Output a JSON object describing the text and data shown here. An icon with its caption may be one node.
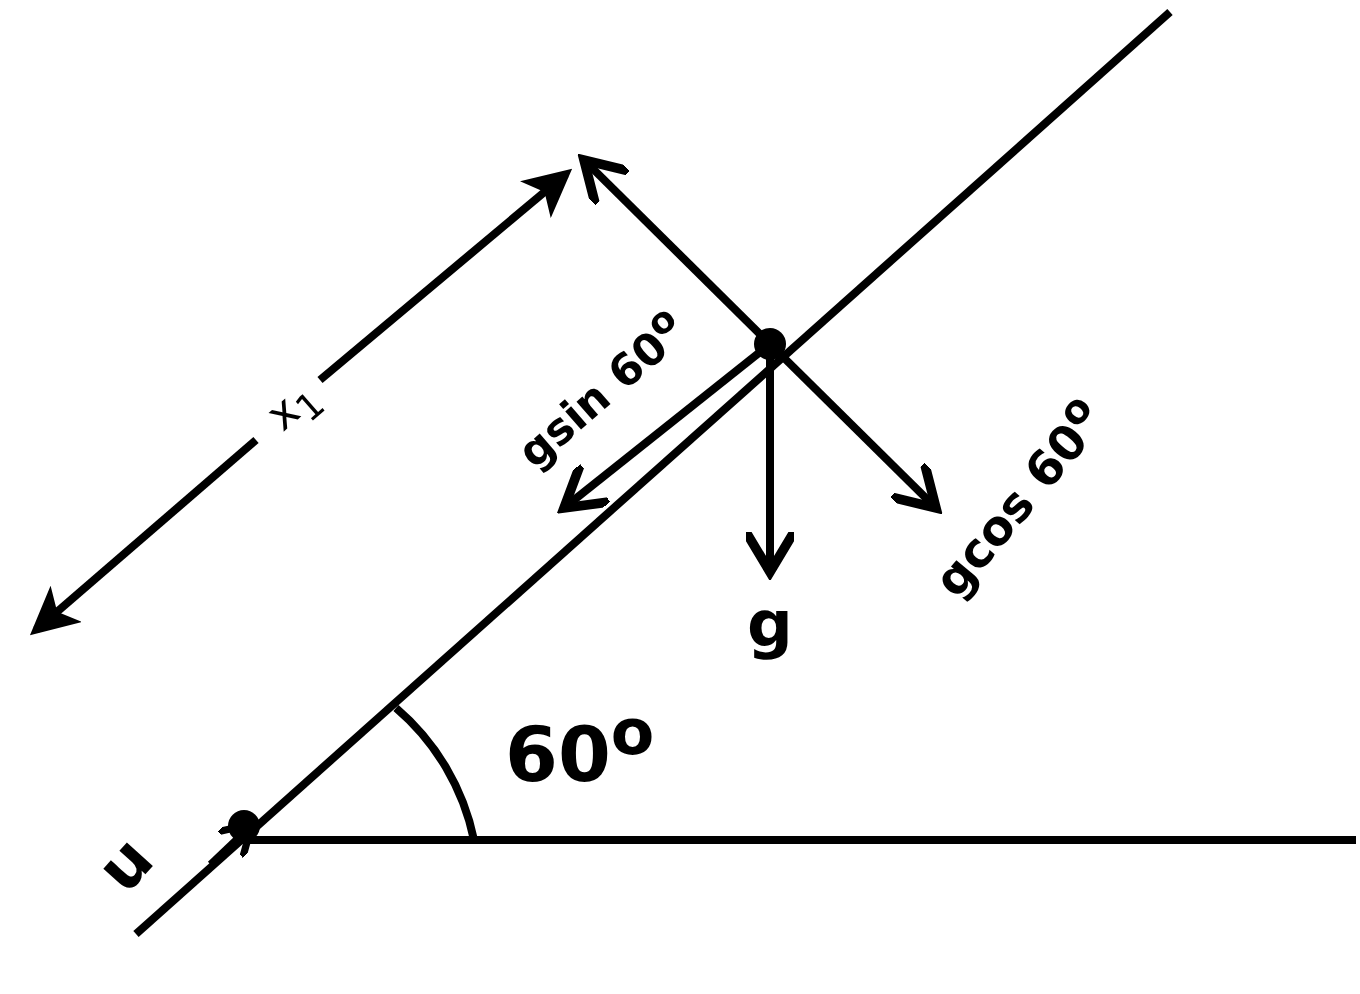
{
  "diagram": {
    "labels": [
      "x$_{1}$",
      "gsin 60$^{o}$",
      "gcos 60$^{o}$",
      "g",
      "60$^{o}$",
      "u"
    ]
  }
}
